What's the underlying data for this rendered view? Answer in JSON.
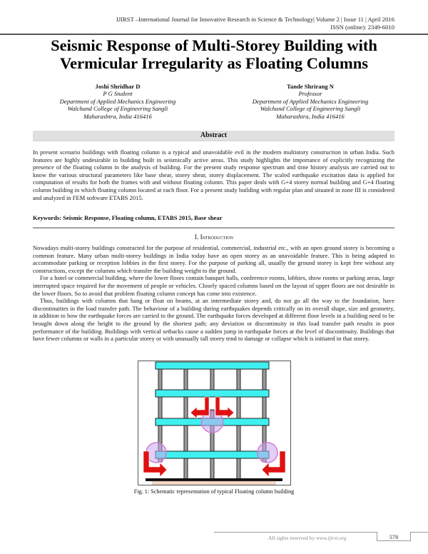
{
  "header": {
    "journal_line": "IJIRST –International Journal for Innovative Research in Science & Technology| Volume 2 | Issue 11 | April 2016",
    "issn_line": "ISSN (online): 2349-6010"
  },
  "title": {
    "line1": "Seismic Response of Multi-Storey Building with",
    "line2": "Vermicular Irregularity as Floating Columns"
  },
  "authors": [
    {
      "name": "Joshi Shridhar D",
      "role": "P G Student",
      "department": "Department of Applied Mechanics Engineering",
      "college": "Walchand College of Engineering Sangli",
      "location": "Maharashtra, India 416416"
    },
    {
      "name": "Tande Shrirang N",
      "role": "Professor",
      "department": "Department of Applied Mechanics Engineering",
      "college": "Walchand College of Engineering Sangli",
      "location": "Maharashtra, India 416416"
    }
  ],
  "abstract": {
    "heading": "Abstract",
    "text": "In present scenario buildings with floating column is a typical and unavoidable evil in the modern multistory construction in urban India. Such features are highly undesirable in building built in seismically active areas. This study highlights the importance of explicitly recognizing the presence of the floating column in the analysis of building. For the present study response spectrum and time history analysis are carried out to know the various structural parameters like base shear, storey shear, storey displacement. The scaled earthquake excitation data is applied for computation of results for both the frames with and without floating column. This paper deals with G+4 storey normal building and G+4 floating column building in which floating column located at each floor. For a present study building with regular plan and situated in zone III is considered and analyzed in FEM software ETABS 2015.",
    "keywords": "Keywords: Seismic Response, Floating column, ETABS 2015, Base shear"
  },
  "introduction": {
    "heading": "I. Introduction",
    "paragraphs": [
      "Nowadays multi-storey buildings constructed for the purpose of residential, commercial, industrial etc., with an open ground storey is becoming a common feature. Many urban multi-storey buildings in India today have an open storey as an unavoidable feature. This is being adapted to accommodate parking or reception lobbies in the first storey. For the purpose of parking all, usually the ground storey is kept free without any constructions, except the columns which transfer the building weight to the ground.",
      "For a hotel or commercial building, where the lower floors contain banquet halls, conference rooms, lobbies, show rooms or parking areas, large interrupted space required for the movement of people or vehicles. Closely spaced columns based on the layout of upper floors are not desirable in the lower floors. So to avoid that problem floating column concept has come into existence.",
      "Thus, buildings with columns that hang or float on beams, at an intermediate storey and, do not go all the way to the foundation, have discontinuities in the load transfer path. The behaviour of a building during earthquakes depends critically on its overall shape, size and geometry, in addition to how the earthquake forces are carried to the ground. The earthquake forces developed at different floor levels in a building need to be brought down along the height to the ground by the shortest path; any deviation or discontinuity in this load transfer path results in poor performance of the building. Buildings with vertical setbacks cause a sudden jump in earthquake forces at the level of discontinuity. Buildings that have fewer columns or walls in a particular storey or with unusually tall storey tend to damage or collapse which is initiated in that storey."
    ]
  },
  "figure": {
    "caption": "Fig. 1: Schematic representation of typical Floating column building",
    "colors": {
      "beam": "#3ff0f0",
      "column": "#9a9a9a",
      "arrow": "#e01010",
      "highlight": "#d27ad2",
      "ground": "#111111",
      "foundation": "#f4d8c8"
    }
  },
  "footer": {
    "rights_prefix": "All rights reserved by ",
    "rights_url": "www.ijirst.org",
    "page_number": "570"
  }
}
